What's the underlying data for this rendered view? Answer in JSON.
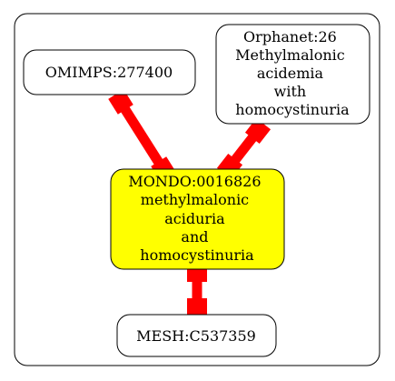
{
  "colors": {
    "background": "#ffffff",
    "cluster_border": "#000000",
    "edge": "#ff0000",
    "node_default_fill": "#ffffff",
    "node_highlight_fill": "#ffff00"
  },
  "nodes": {
    "omimps": {
      "lines": [
        "OMIMPS:277400"
      ],
      "highlighted": false
    },
    "orphanet": {
      "lines": [
        "Orphanet:26",
        "Methylmalonic",
        "acidemia",
        "with",
        "homocystinuria"
      ],
      "highlighted": false
    },
    "mondo": {
      "lines": [
        "MONDO:0016826",
        "methylmalonic",
        "aciduria",
        "and",
        "homocystinuria"
      ],
      "highlighted": true
    },
    "mesh": {
      "lines": [
        "MESH:C537359"
      ],
      "highlighted": false
    }
  },
  "edges": [
    {
      "from": "omimps",
      "to": "mondo"
    },
    {
      "from": "orphanet",
      "to": "mondo"
    },
    {
      "from": "mondo",
      "to": "mesh"
    }
  ]
}
